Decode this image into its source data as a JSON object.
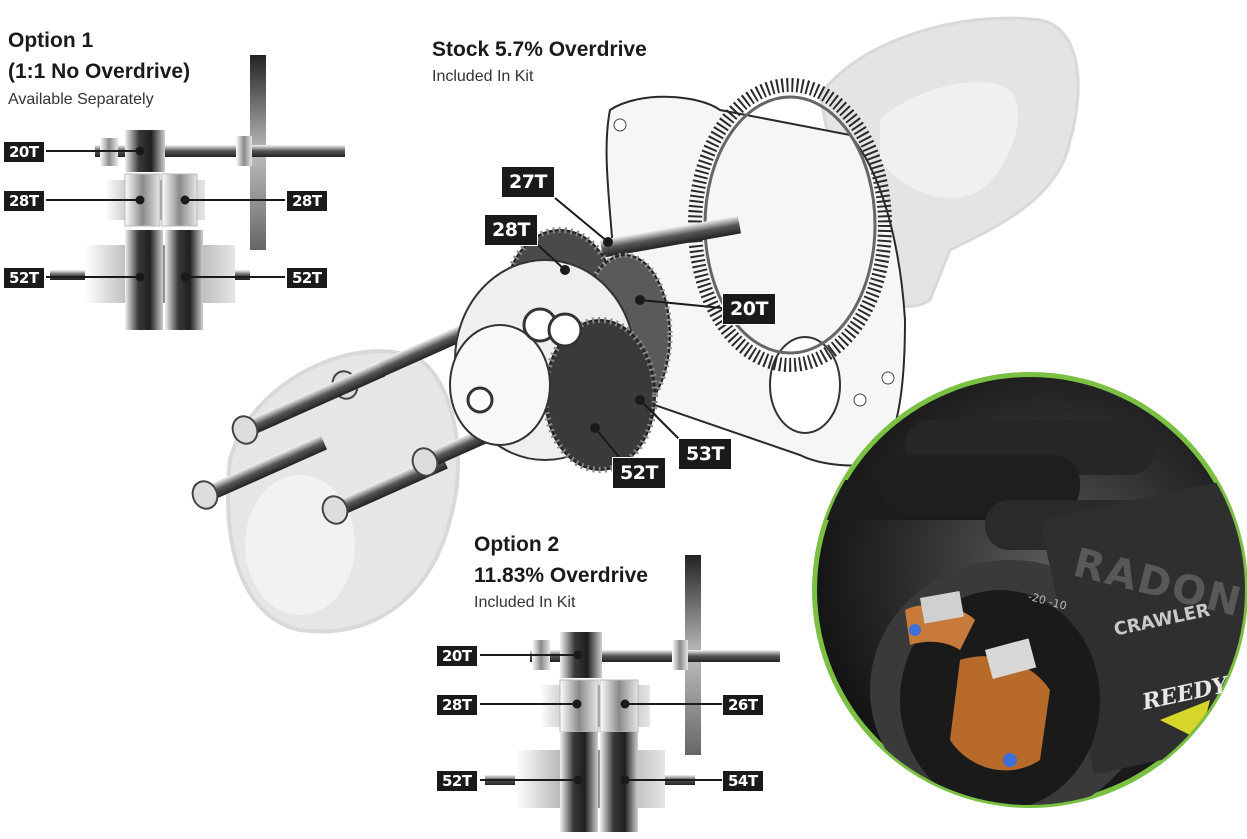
{
  "option1": {
    "title_line1": "Option 1",
    "title_line2": "(1:1 No Overdrive)",
    "subtitle": "Available Separately",
    "labels": [
      "20T",
      "28T",
      "28T",
      "52T",
      "52T"
    ]
  },
  "stock": {
    "title": "Stock 5.7% Overdrive",
    "subtitle": "Included In Kit",
    "labels": [
      "27T",
      "28T",
      "20T",
      "53T",
      "52T"
    ]
  },
  "option2": {
    "title_line1": "Option 2",
    "title_line2": "11.83% Overdrive",
    "subtitle": "Included In Kit",
    "labels": [
      "20T",
      "28T",
      "26T",
      "52T",
      "54T"
    ]
  },
  "motor_photo": {
    "text_radon": "RADON",
    "text_crawler": "CRAWLER",
    "text_reedy": "REEDY",
    "scale_marks": "-20 -10"
  },
  "colors": {
    "accent_green": "#7ac143",
    "label_bg": "#1a1a1a",
    "gear_dark": "#3a3a3a",
    "ghost": "#d4d4d4"
  }
}
